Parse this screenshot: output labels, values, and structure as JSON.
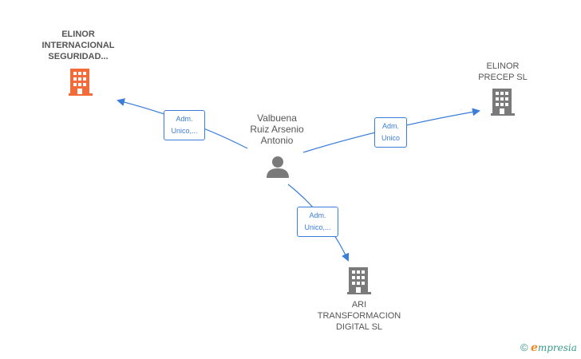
{
  "nodes": {
    "person": {
      "name_lines": [
        "Valbuena",
        "Ruiz Arsenio",
        "Antonio"
      ],
      "icon": "person-icon"
    },
    "company_1": {
      "name_lines": [
        "ELINOR",
        "INTERNACIONAL",
        "SEGURIDAD..."
      ],
      "icon": "building-icon",
      "color": "#f26b38"
    },
    "company_2": {
      "name_lines": [
        "ELINOR",
        "PRECEP SL"
      ],
      "icon": "building-icon",
      "color": "#7a7a7a"
    },
    "company_3": {
      "name_lines": [
        "ARI",
        "TRANSFORMACION",
        "DIGITAL  SL"
      ],
      "icon": "building-icon",
      "color": "#7a7a7a"
    }
  },
  "edges": {
    "to_company_1": {
      "lines": [
        "Adm.",
        "Unico,..."
      ]
    },
    "to_company_2": {
      "lines": [
        "Adm.",
        "Unico"
      ]
    },
    "to_company_3": {
      "lines": [
        "Adm.",
        "Unico,..."
      ]
    }
  },
  "colors": {
    "edge": "#3b7dd8",
    "text": "#555555",
    "highlight": "#f26b38",
    "building": "#7a7a7a",
    "person": "#7a7a7a"
  },
  "footer": {
    "copyright_symbol": "©",
    "brand_initial": "e",
    "brand_rest": "mpresia"
  }
}
